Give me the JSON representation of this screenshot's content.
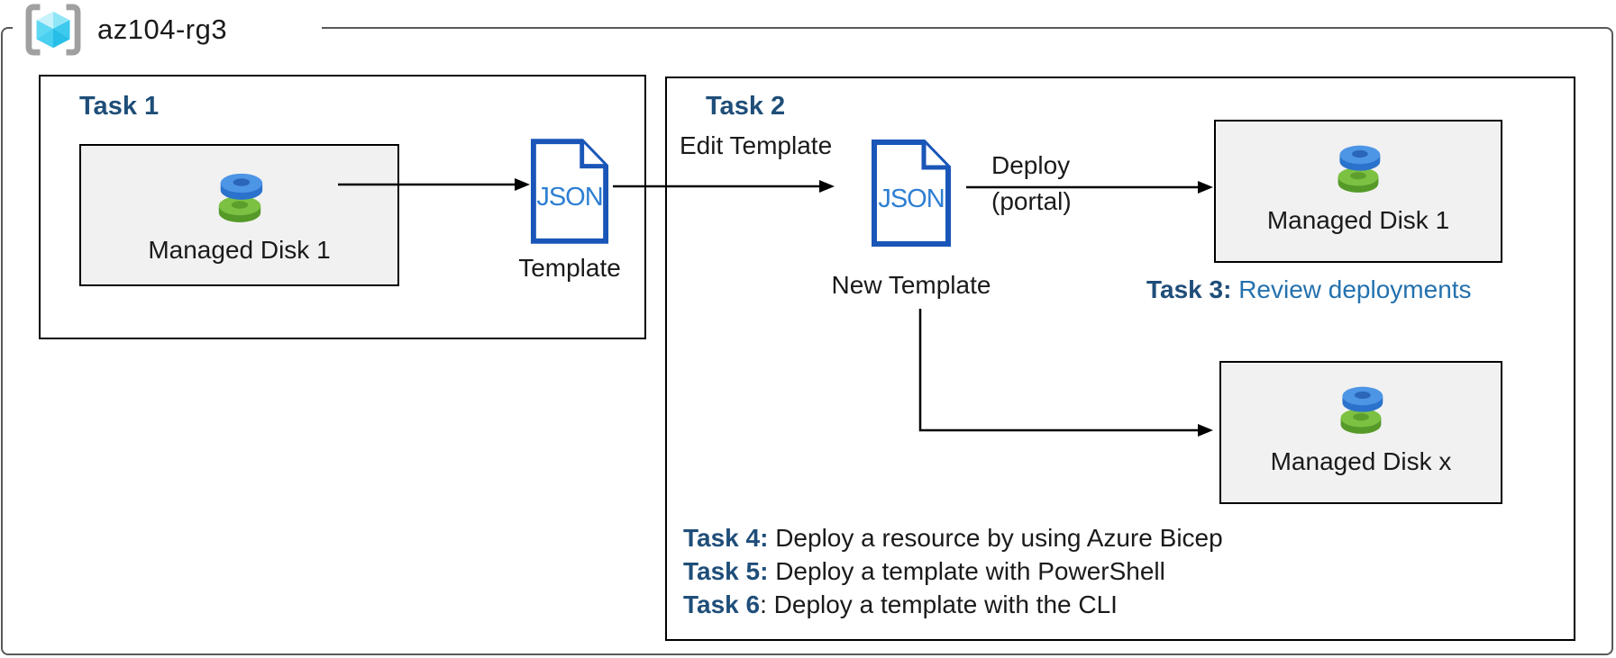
{
  "header": {
    "label": "az104-rg3",
    "icon": "resource-group-icon"
  },
  "colors": {
    "outer_border": "#58595b",
    "box_border": "#000000",
    "resource_box_bg": "#f1f1f1",
    "task_heading_blue": "#1f4e79",
    "regular_blue": "#2471ae",
    "json_outline_blue": "#1956b8",
    "json_text_blue": "#2e7fd2",
    "disk_blue": "#4d95e5",
    "disk_green": "#7cc142",
    "cube_cyan": "#49cff0",
    "bracket_gray": "#a0a0a0"
  },
  "task1": {
    "heading": "Task 1",
    "disk_box_label": "Managed Disk 1",
    "disk_icon": "managed-disk-icon",
    "json_label": "JSON",
    "template_label": "Template"
  },
  "task2": {
    "heading": "Task 2",
    "edit_arrow_label": "Edit Template",
    "json_label": "JSON",
    "new_template_label": "New Template",
    "deploy_line1": "Deploy",
    "deploy_line2": "(portal)",
    "disk1_box_label": "Managed Disk 1",
    "diskx_box_label": "Managed Disk x",
    "task3": {
      "bold": "Task 3:",
      "rest": " Review deployments"
    },
    "task_list": [
      {
        "bold": "Task 4:",
        "rest": " Deploy a resource by using Azure Bicep"
      },
      {
        "bold": "Task 5:",
        "rest": " Deploy a template with PowerShell"
      },
      {
        "bold": "Task 6",
        "rest": ": Deploy a template with the CLI"
      }
    ]
  }
}
